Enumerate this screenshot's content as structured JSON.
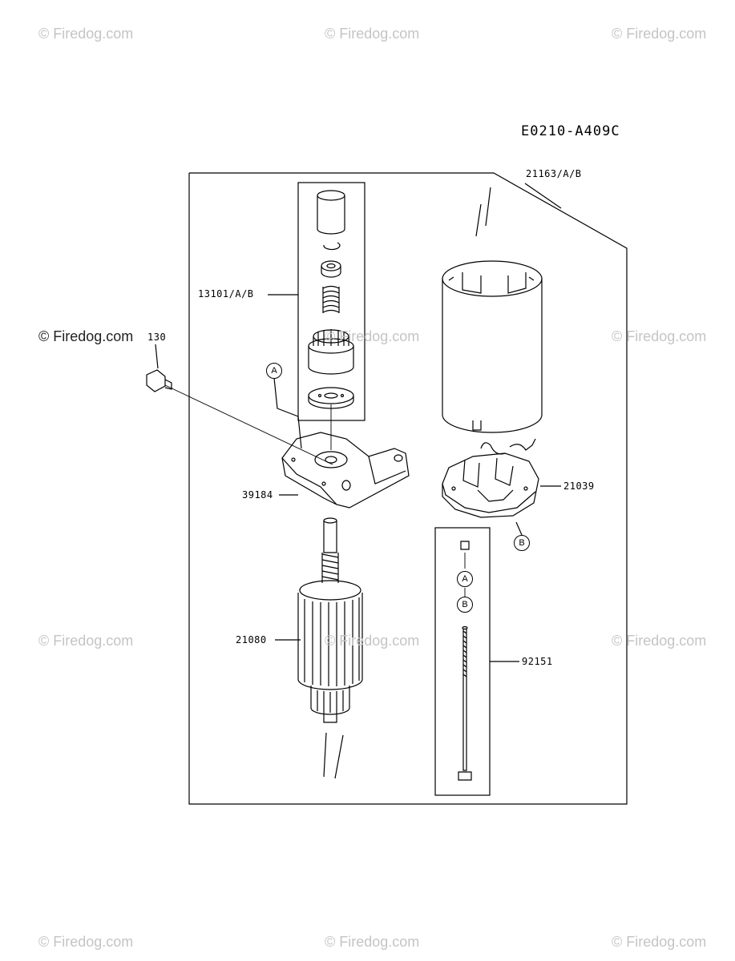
{
  "diagram_code": "E0210-A409C",
  "watermarks": {
    "text": "© Firedog.com",
    "items": [
      "© Firedog.com",
      "© Firedog.com",
      "© Firedog.com",
      "© Firedog.com",
      "© Firedog.com",
      "© Firedog.com",
      "© Firedog.com",
      "© Firedog.com",
      "© Firedog.com",
      "© Firedog.com",
      "© Firedog.com",
      "© Firedog.com"
    ]
  },
  "parts": {
    "starter_case": "21163/A/B",
    "pinion_assembly": "13101/A/B",
    "bolt": "130",
    "bracket": "39184",
    "brush_holder": "21039",
    "armature": "21080",
    "through_bolt": "92151"
  },
  "markers": {
    "a": "A",
    "b": "B"
  }
}
